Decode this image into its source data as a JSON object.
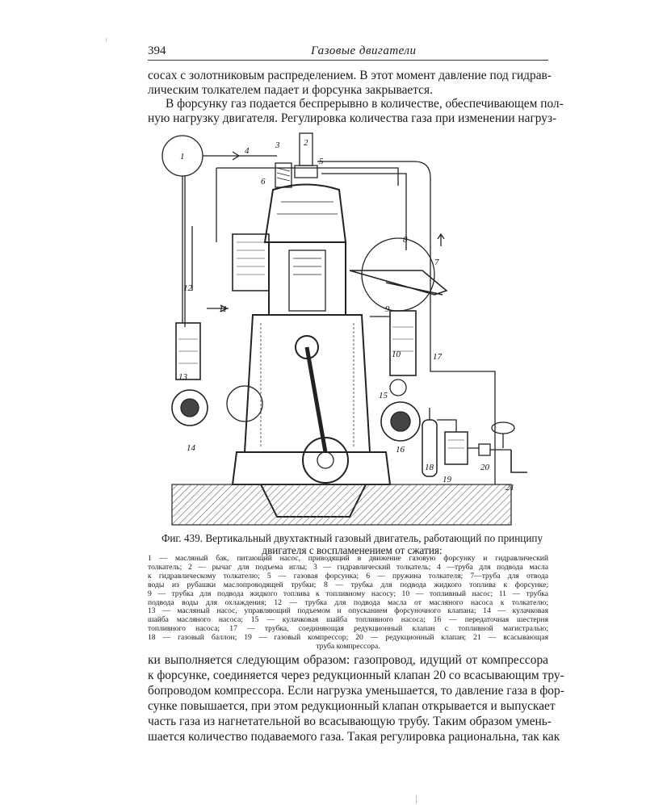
{
  "header": {
    "page_number": "394",
    "running_title": "Газовые двигатели"
  },
  "para1": [
    "сосах с золотниковым распределением. В этот момент давление под гидрав-",
    "лическим толкателем падает и форсунка закрывается."
  ],
  "para2": [
    "В форсунку газ подается беспрерывно в количестве, обеспечивающем пол-",
    "ную нагрузку двигателя. Регулировка количества газа при изменении нагруз-"
  ],
  "figure": {
    "labels": [
      "1",
      "2",
      "3",
      "4",
      "5",
      "6",
      "7",
      "8",
      "9",
      "10",
      "11",
      "12",
      "13",
      "14",
      "15",
      "16",
      "17",
      "18",
      "19",
      "20",
      "21"
    ]
  },
  "caption": [
    "Фиг. 439. Вертикальный двухтактный газовый двигатель, работающий по принципу",
    "двигателя с воспламенением от сжатия:"
  ],
  "legend": [
    "1 — масляный бак, питающий насос, приводящий в движение газовую форсунку и гидравлический",
    "толкатель; 2 — рычаг для подъема иглы; 3 — гидравлический толкатель; 4 —труба для подвода масла",
    "к гидравлическому толкателю; 5 — газовая форсунка; 6 — пружина толкателя; 7—труба для отвода",
    "воды из рубашки маслопроводящей трубки; 8 — трубка для подвода жидкого топлива к форсунке;",
    "9 — трубка для подвода жидкого топлива к топливному насосу; 10 — топливный насос; 11 — трубка",
    "подвода воды для охлаждения; 12 — трубка для подвода масла от масляного насоса к толкателю;",
    "13 — масляный насос, управляющий подъемом и опусканием форсуночного клапана; 14 — кулачковая",
    "шайба масляного насоса; 15 — кулачковая шайба топливного насоса; 16 — передаточная шестерня",
    "топливного насоса; 17 — трубка, соединяющая редукционный клапан с топливной магистралью;",
    "18 — газовый баллон; 19 — газовый компрессор; 20 — редукционный клапан; 21 — всасывающая",
    "труба компрессора."
  ],
  "para3": [
    "ки выполняется следующим образом: газопровод, идущий от компрессора",
    "к форсунке, соединяется через редукционный клапан 20 со всасывающим тру-",
    "бопроводом компрессора. Если нагрузка уменьшается, то давление газа в фор-",
    "сунке повышается, при этом редукционный клапан открывается и выпускает",
    "часть газа из нагнетательной во всасывающую трубу. Таким образом умень-",
    "шается количество подаваемого газа. Такая регулировка рациональна, так как"
  ]
}
